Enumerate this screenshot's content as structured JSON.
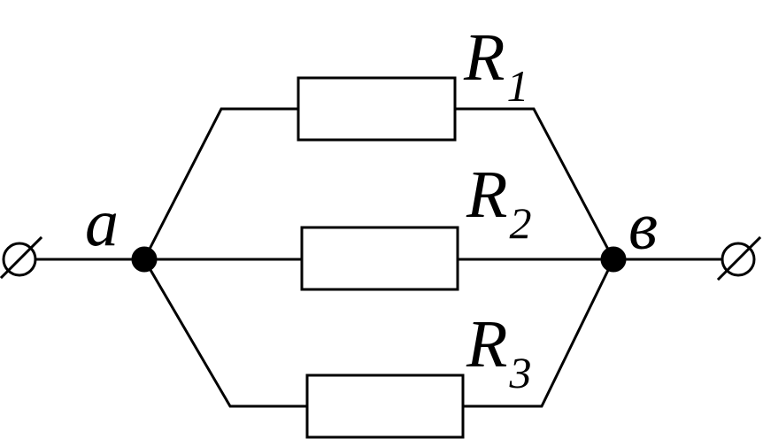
{
  "nodes": {
    "left": {
      "label": "a"
    },
    "right": {
      "label": "в"
    }
  },
  "resistors": [
    {
      "letter": "R",
      "index": "1"
    },
    {
      "letter": "R",
      "index": "2"
    },
    {
      "letter": "R",
      "index": "3"
    }
  ],
  "colors": {
    "line": "#000000",
    "background": "#ffffff"
  }
}
